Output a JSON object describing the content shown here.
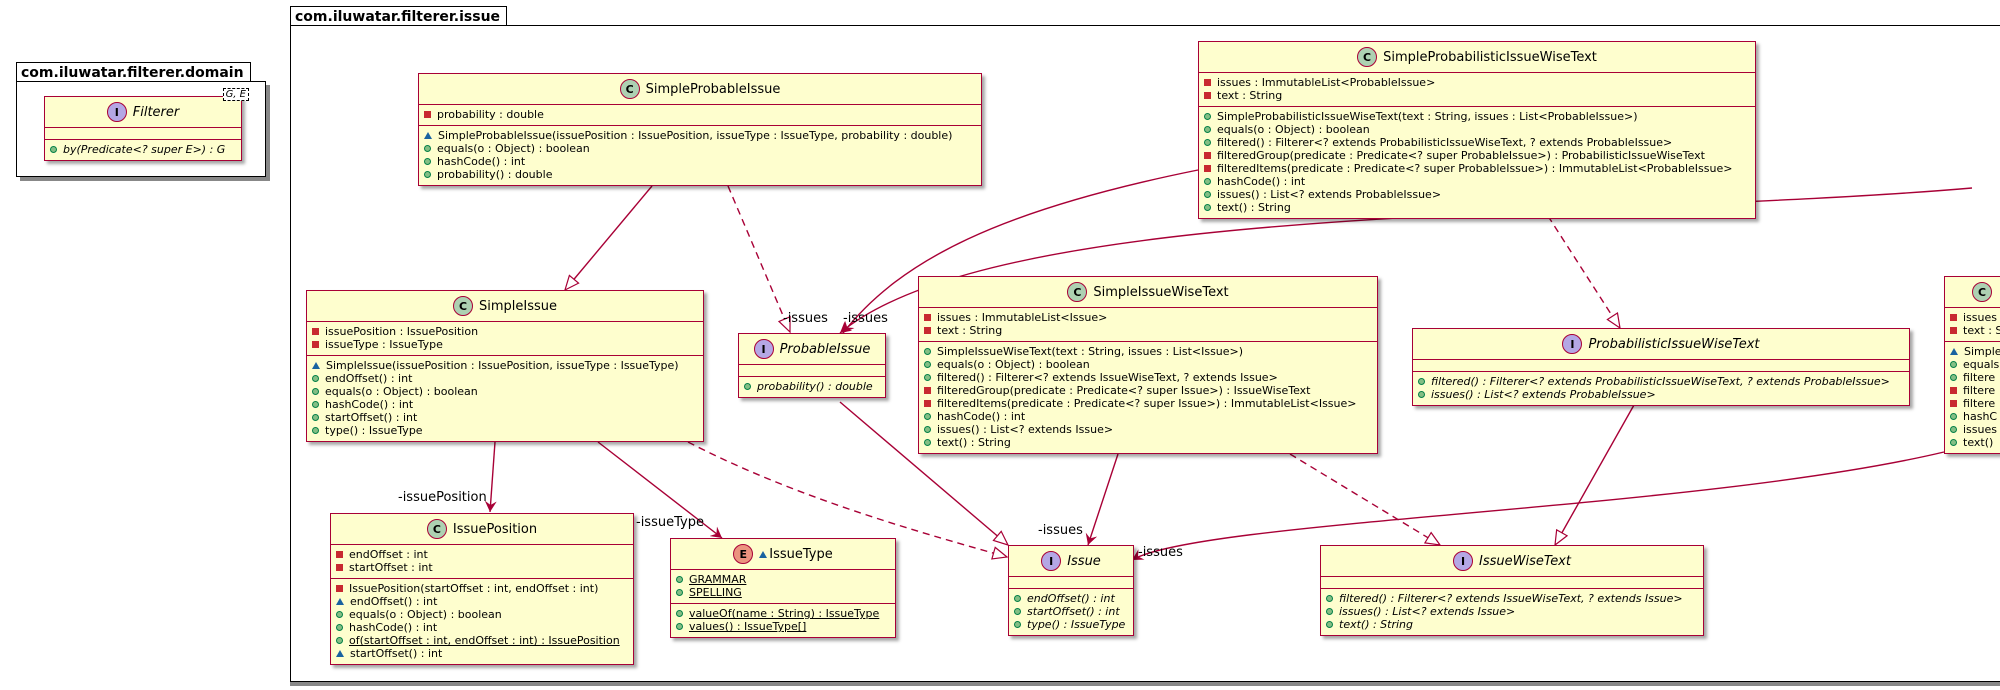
{
  "packages": {
    "domain": "com.iluwatar.filterer.domain",
    "issue": "com.iluwatar.filterer.issue"
  },
  "classes": {
    "filterer": {
      "kind": "I",
      "name": "Filterer",
      "italic": true,
      "generic": "G, E",
      "fields": [],
      "methods": [
        {
          "v": "pub",
          "t": "by(Predicate<? super E>) : G",
          "it": true
        }
      ]
    },
    "simpleProbableIssue": {
      "kind": "C",
      "name": "SimpleProbableIssue",
      "fields": [
        {
          "v": "priv",
          "t": "probability : double"
        }
      ],
      "methods": [
        {
          "v": "pkg",
          "t": "SimpleProbableIssue(issuePosition : IssuePosition, issueType : IssueType, probability : double)"
        },
        {
          "v": "pub",
          "t": "equals(o : Object) : boolean"
        },
        {
          "v": "pub",
          "t": "hashCode() : int"
        },
        {
          "v": "pub",
          "t": "probability() : double"
        }
      ]
    },
    "simpleProbabilisticIssueWiseText": {
      "kind": "C",
      "name": "SimpleProbabilisticIssueWiseText",
      "fields": [
        {
          "v": "priv",
          "t": "issues : ImmutableList<ProbableIssue>"
        },
        {
          "v": "priv",
          "t": "text : String"
        }
      ],
      "methods": [
        {
          "v": "pub",
          "t": "SimpleProbabilisticIssueWiseText(text : String, issues : List<ProbableIssue>)"
        },
        {
          "v": "pub",
          "t": "equals(o : Object) : boolean"
        },
        {
          "v": "pub",
          "t": "filtered() : Filterer<? extends ProbabilisticIssueWiseText, ? extends ProbableIssue>"
        },
        {
          "v": "priv",
          "t": "filteredGroup(predicate : Predicate<? super ProbableIssue>) : ProbabilisticIssueWiseText"
        },
        {
          "v": "priv",
          "t": "filteredItems(predicate : Predicate<? super ProbableIssue>) : ImmutableList<ProbableIssue>"
        },
        {
          "v": "pub",
          "t": "hashCode() : int"
        },
        {
          "v": "pub",
          "t": "issues() : List<? extends ProbableIssue>"
        },
        {
          "v": "pub",
          "t": "text() : String"
        }
      ]
    },
    "simpleIssue": {
      "kind": "C",
      "name": "SimpleIssue",
      "fields": [
        {
          "v": "priv",
          "t": "issuePosition : IssuePosition"
        },
        {
          "v": "priv",
          "t": "issueType : IssueType"
        }
      ],
      "methods": [
        {
          "v": "pkg",
          "t": "SimpleIssue(issuePosition : IssuePosition, issueType : IssueType)"
        },
        {
          "v": "pub",
          "t": "endOffset() : int"
        },
        {
          "v": "pub",
          "t": "equals(o : Object) : boolean"
        },
        {
          "v": "pub",
          "t": "hashCode() : int"
        },
        {
          "v": "pub",
          "t": "startOffset() : int"
        },
        {
          "v": "pub",
          "t": "type() : IssueType"
        }
      ]
    },
    "probableIssue": {
      "kind": "I",
      "name": "ProbableIssue",
      "italic": true,
      "fields": [],
      "methods": [
        {
          "v": "pub",
          "t": "probability() : double",
          "it": true
        }
      ]
    },
    "simpleIssueWiseText": {
      "kind": "C",
      "name": "SimpleIssueWiseText",
      "fields": [
        {
          "v": "priv",
          "t": "issues : ImmutableList<Issue>"
        },
        {
          "v": "priv",
          "t": "text : String"
        }
      ],
      "methods": [
        {
          "v": "pub",
          "t": "SimpleIssueWiseText(text : String, issues : List<Issue>)"
        },
        {
          "v": "pub",
          "t": "equals(o : Object) : boolean"
        },
        {
          "v": "pub",
          "t": "filtered() : Filterer<? extends IssueWiseText, ? extends Issue>"
        },
        {
          "v": "priv",
          "t": "filteredGroup(predicate : Predicate<? super Issue>) : IssueWiseText"
        },
        {
          "v": "priv",
          "t": "filteredItems(predicate : Predicate<? super Issue>) : ImmutableList<Issue>"
        },
        {
          "v": "pub",
          "t": "hashCode() : int"
        },
        {
          "v": "pub",
          "t": "issues() : List<? extends Issue>"
        },
        {
          "v": "pub",
          "t": "text() : String"
        }
      ]
    },
    "probabilisticIssueWiseText": {
      "kind": "I",
      "name": "ProbabilisticIssueWiseText",
      "italic": true,
      "fields": [],
      "methods": [
        {
          "v": "pub",
          "t": "filtered() : Filterer<? extends ProbabilisticIssueWiseText, ? extends ProbableIssue>",
          "it": true
        },
        {
          "v": "pub",
          "t": "issues() : List<? extends ProbableIssue>",
          "it": true
        }
      ]
    },
    "partialClass": {
      "kind": "C",
      "name": "",
      "fields": [
        {
          "v": "priv",
          "t": "issues"
        },
        {
          "v": "priv",
          "t": "text : S"
        }
      ],
      "methods": [
        {
          "v": "pkg",
          "t": "Simple"
        },
        {
          "v": "pub",
          "t": "equals"
        },
        {
          "v": "pub",
          "t": "filtere"
        },
        {
          "v": "priv",
          "t": "filtere"
        },
        {
          "v": "priv",
          "t": "filtere"
        },
        {
          "v": "pub",
          "t": "hashC"
        },
        {
          "v": "pub",
          "t": "issues"
        },
        {
          "v": "pub",
          "t": "text()"
        }
      ]
    },
    "issuePosition": {
      "kind": "C",
      "name": "IssuePosition",
      "fields": [
        {
          "v": "priv",
          "t": "endOffset : int"
        },
        {
          "v": "priv",
          "t": "startOffset : int"
        }
      ],
      "methods": [
        {
          "v": "priv",
          "t": "IssuePosition(startOffset : int, endOffset : int)"
        },
        {
          "v": "pkg",
          "t": "endOffset() : int"
        },
        {
          "v": "pub",
          "t": "equals(o : Object) : boolean"
        },
        {
          "v": "pub",
          "t": "hashCode() : int"
        },
        {
          "v": "pub",
          "t": "of(startOffset : int, endOffset : int) : IssuePosition",
          "u": true
        },
        {
          "v": "pkg",
          "t": "startOffset() : int"
        }
      ]
    },
    "issueType": {
      "kind": "E",
      "name": "IssueType",
      "pkgvis": true,
      "fields": [
        {
          "v": "pub",
          "t": "GRAMMAR",
          "u": true
        },
        {
          "v": "pub",
          "t": "SPELLING",
          "u": true
        }
      ],
      "methods": [
        {
          "v": "pub",
          "t": "valueOf(name : String) : IssueType",
          "u": true
        },
        {
          "v": "pub",
          "t": "values() : IssueType[]",
          "u": true
        }
      ]
    },
    "issue": {
      "kind": "I",
      "name": "Issue",
      "italic": true,
      "fields": [],
      "methods": [
        {
          "v": "pub",
          "t": "endOffset() : int",
          "it": true
        },
        {
          "v": "pub",
          "t": "startOffset() : int",
          "it": true
        },
        {
          "v": "pub",
          "t": "type() : IssueType",
          "it": true
        }
      ]
    },
    "issueWiseText": {
      "kind": "I",
      "name": "IssueWiseText",
      "italic": true,
      "fields": [],
      "methods": [
        {
          "v": "pub",
          "t": "filtered() : Filterer<? extends IssueWiseText, ? extends Issue>",
          "it": true
        },
        {
          "v": "pub",
          "t": "issues() : List<? extends Issue>",
          "it": true
        },
        {
          "v": "pub",
          "t": "text() : String",
          "it": true
        }
      ]
    }
  },
  "edge_labels": {
    "issues_a": "-issues",
    "issues_b": "-issues",
    "issue_position": "-issuePosition",
    "issue_type": "-issueType",
    "issues_c": "-issues",
    "issues_d": "-issues"
  },
  "colors": {
    "border": "#A80036",
    "fill": "#FEFECE",
    "class_badge": "#ADD1B2",
    "interface_badge": "#B4A7E5",
    "enum_badge": "#EB937F"
  }
}
